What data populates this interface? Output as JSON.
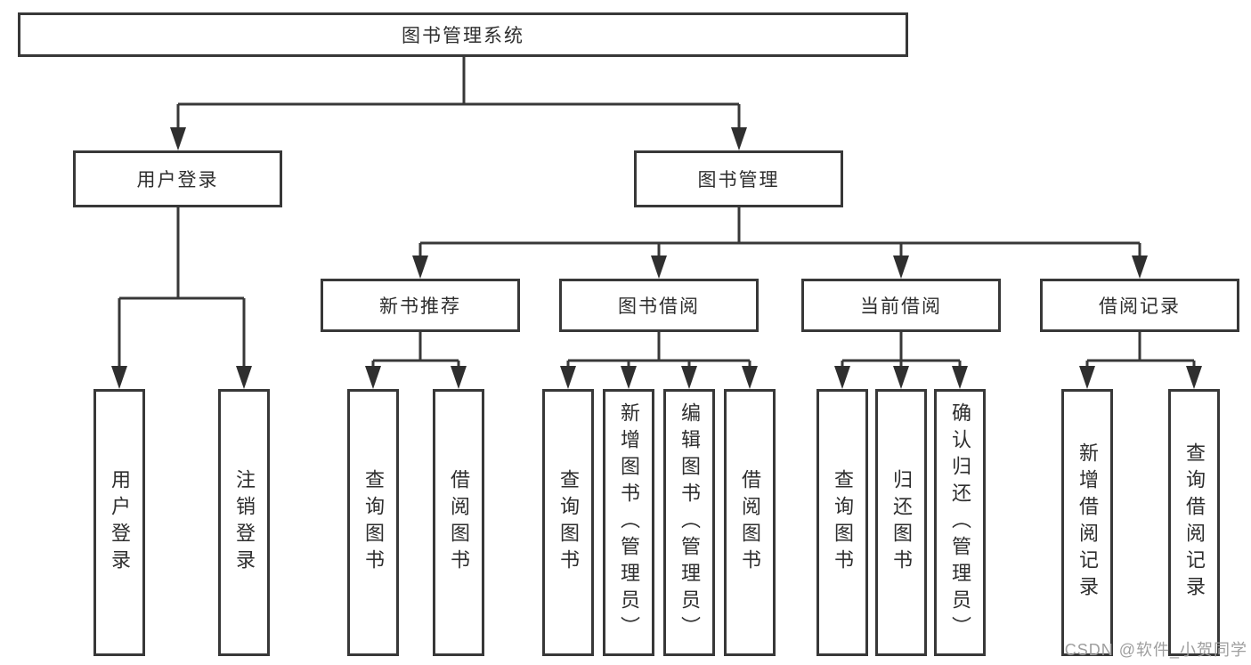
{
  "tree": {
    "root": "图书管理系统",
    "user_login": {
      "label": "用户登录",
      "children": [
        "用户登录",
        "注销登录"
      ]
    },
    "book_mgmt": {
      "label": "图书管理",
      "groups": [
        {
          "label": "新书推荐",
          "children": [
            "查询图书",
            "借阅图书"
          ]
        },
        {
          "label": "图书借阅",
          "children": [
            "查询图书",
            "新增图书（管理员）",
            "编辑图书（管理员）",
            "借阅图书"
          ]
        },
        {
          "label": "当前借阅",
          "children": [
            "查询图书",
            "归还图书",
            "确认归还（管理员）"
          ]
        },
        {
          "label": "借阅记录",
          "children": [
            "新增借阅记录",
            "查询借阅记录"
          ]
        }
      ]
    }
  },
  "watermark": {
    "text": "CSDN @软件_小贺同学"
  },
  "colors": {
    "line": "#383838",
    "text": "#2e2e2e",
    "watermark": "#9e9e9e",
    "background": "#ffffff"
  }
}
